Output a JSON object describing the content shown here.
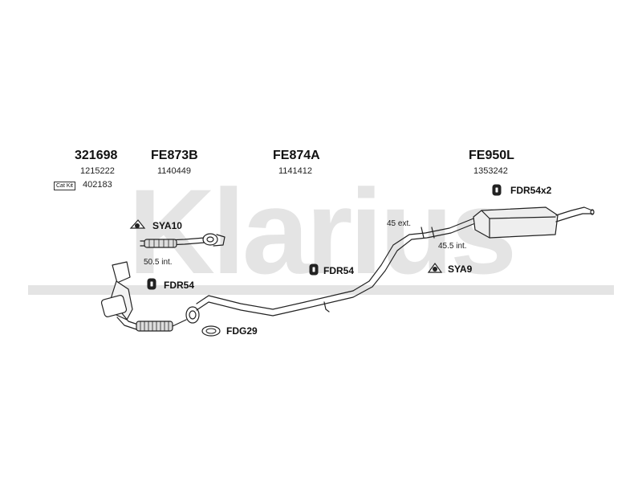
{
  "watermark": "Klarius",
  "parts": [
    {
      "number": "321698",
      "ref": "1215222"
    },
    {
      "number": "FE873B",
      "ref": "1140449"
    },
    {
      "number": "FE874A",
      "ref": "1141412"
    },
    {
      "number": "FE950L",
      "ref": "1353242"
    }
  ],
  "cat_kit": {
    "label": "Cat Kit",
    "number": "402183"
  },
  "fittings": {
    "sya10": "SYA10",
    "fdr54_left": "FDR54",
    "fdr54_mid": "FDR54",
    "fdg29": "FDG29",
    "fdr54x2": "FDR54x2",
    "sya9": "SYA9"
  },
  "dimensions": {
    "d50_5": "50.5 int.",
    "d45_ext": "45 ext.",
    "d45_5": "45.5 int."
  }
}
